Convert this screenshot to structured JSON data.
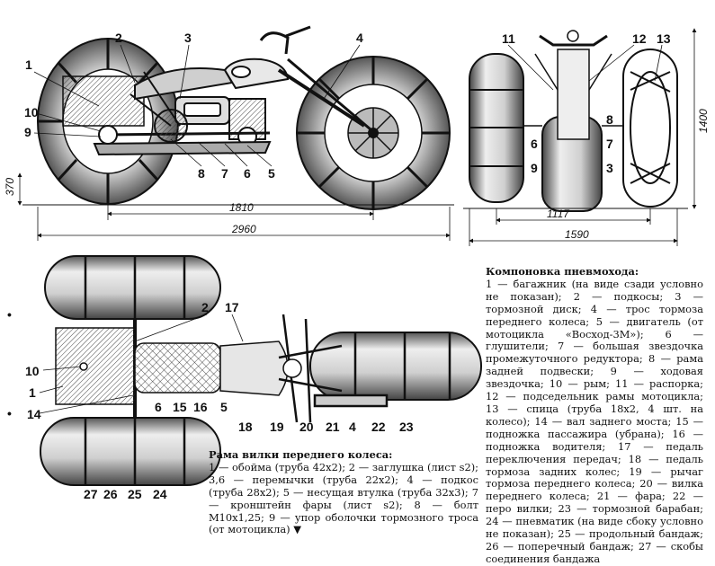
{
  "side_view": {
    "callouts": [
      "1",
      "2",
      "3",
      "4",
      "10",
      "9",
      "8",
      "7",
      "6",
      "5"
    ],
    "dimensions": {
      "wheel_axle_height": "370",
      "wheelbase": "1810",
      "overall_length": "2960"
    }
  },
  "rear_view": {
    "callouts": [
      "11",
      "12",
      "13",
      "6",
      "9",
      "3",
      "7",
      "8"
    ],
    "dimensions": {
      "height": "1400",
      "track": "1117",
      "overall_width": "1590"
    }
  },
  "top_view": {
    "callouts": [
      "2",
      "17",
      "10",
      "1",
      "14",
      "18",
      "19",
      "20",
      "21",
      "4",
      "22",
      "23",
      "27",
      "26",
      "25",
      "24",
      "6",
      "15",
      "16",
      "5"
    ]
  },
  "legend_main": {
    "title": "Компоновка пневмохода:",
    "text": "1 — багажник (на виде сзади условно не показан); 2 — подкосы; 3 — тормозной диск; 4 — трос тормоза переднего колеса; 5 — двигатель (от мотоцикла «Восход-3М»); 6 — глушители; 7 — большая звездочка промежуточного редуктора; 8 — рама задней подвески; 9 — ходовая звездочка; 10 — рым; 11 — распорка; 12 — подседельник рамы мотоцикла; 13 — спица (труба 18х2, 4 шт. на колесо); 14 — вал заднего моста; 15 — подножка пассажира (убрана); 16 — подножка водителя; 17 — педаль переключения передач; 18 — педаль тормоза задних колес; 19 — рычаг тормоза переднего колеса; 20 — вилка переднего колеса; 21 — фара; 22 — перо вилки; 23 — тормозной барабан; 24 — пневматик (на виде сбоку условно не показан); 25 — продольный бандаж; 26 — поперечный бандаж; 27 — скобы соединения бандажа"
  },
  "legend_fork": {
    "title": "Рама вилки переднего колеса:",
    "text": "1 — обойма (труба 42х2); 2 — заглушка (лист s2); 3,6 — перемычки (труба 22х2); 4 — подкос (труба 28х2); 5 — несущая втулка (труба 32х3); 7 — кронштейн фары (лист s2); 8 — болт М10х1,25; 9 — упор оболочки тормозного троса (от мотоцикла)",
    "end_mark": "▼"
  },
  "colors": {
    "ink": "#111111",
    "paper": "#ffffff",
    "shade": "#9a9a9a"
  }
}
